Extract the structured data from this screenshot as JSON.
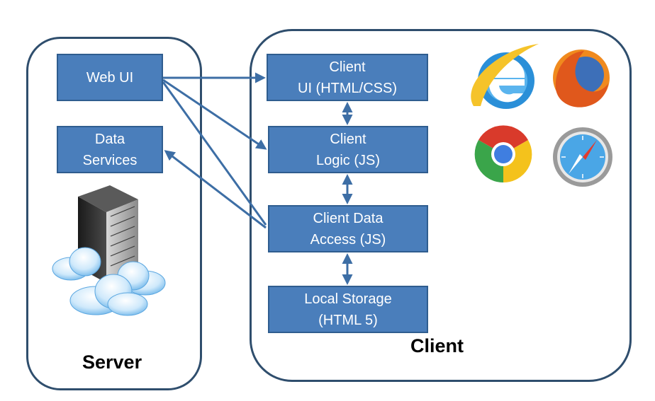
{
  "server": {
    "label": "Server",
    "boxes": {
      "web_ui": [
        "Web UI"
      ],
      "data_services": [
        "Data",
        "Services"
      ]
    }
  },
  "client": {
    "label": "Client",
    "boxes": {
      "ui": [
        "Client",
        "UI (HTML/CSS)"
      ],
      "logic": [
        "Client",
        "Logic (JS)"
      ],
      "data_access": [
        "Client Data",
        "Access (JS)"
      ],
      "local_storage": [
        "Local Storage",
        "(HTML 5)"
      ]
    }
  },
  "icons": [
    "internet-explorer-icon",
    "firefox-icon",
    "chrome-icon",
    "safari-icon",
    "server-tower-icon",
    "cloud-icon"
  ],
  "colors": {
    "box_fill": "#4a7ebb",
    "box_border": "#2f5d8f",
    "panel_border": "#2f4e6d",
    "arrow": "#3d6ea5"
  }
}
